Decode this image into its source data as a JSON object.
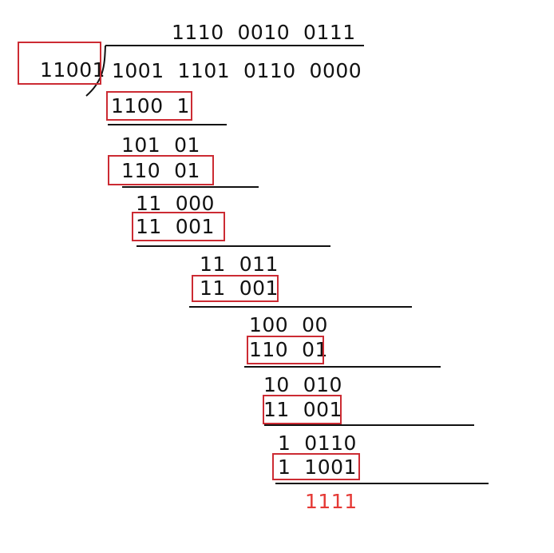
{
  "division": {
    "quotient": "1110  0010  0111",
    "divisor": "11001",
    "dividend": "1001  1101  0110  0000",
    "steps": [
      {
        "subtract": "1100  1"
      },
      {
        "remainder": "101  01",
        "subtract": "110  01"
      },
      {
        "remainder": "11  000",
        "subtract": "11  001"
      },
      {
        "remainder": "11  011",
        "subtract": "11  001"
      },
      {
        "remainder": "100  00",
        "subtract": "110  01"
      },
      {
        "remainder": "10  010",
        "subtract": "11  001"
      },
      {
        "remainder": "1  0110",
        "subtract": "1  1001"
      }
    ],
    "final_remainder": "1111"
  },
  "colors": {
    "ink": "#111111",
    "highlight_box": "#cc2b33",
    "remainder_text": "#e53935"
  }
}
